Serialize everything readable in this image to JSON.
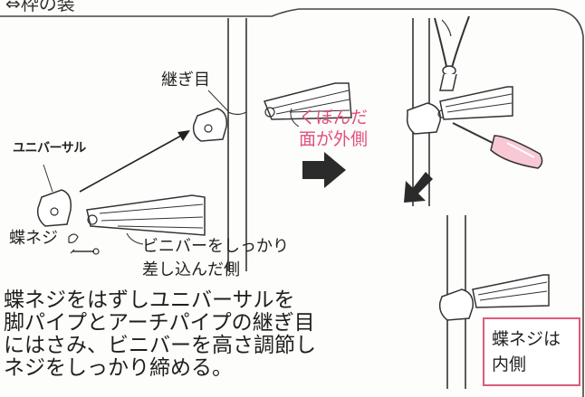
{
  "header": {
    "text": "⇔枠の装"
  },
  "labels": {
    "seam": "継ぎ目",
    "dent_line1": "くぼんだ",
    "dent_line2": "面が外側",
    "universal": "ユニバーサル",
    "butterfly_screw": "蝶ネジ",
    "vinyl_line1": "ビニバーをしっかり",
    "vinyl_line2": "差し込んだ側"
  },
  "instruction": {
    "line1": "蝶ネジをはずしユニバーサルを",
    "line2": "脚パイプとアーチパイプの継ぎ目",
    "line3": "にはさみ、ビニバーを高さ調節し",
    "line4": "ネジをしっかり締める。"
  },
  "note": {
    "line1": "蝶ネジは",
    "line2": "内側"
  },
  "colors": {
    "accent_pink": "#e0507a",
    "box_border": "#e05a78",
    "ink": "#222222",
    "arrow_fill": "#2b2b2b"
  },
  "icons": [
    "pliers-icon",
    "screwdriver-icon",
    "butterfly-screw-icon"
  ]
}
